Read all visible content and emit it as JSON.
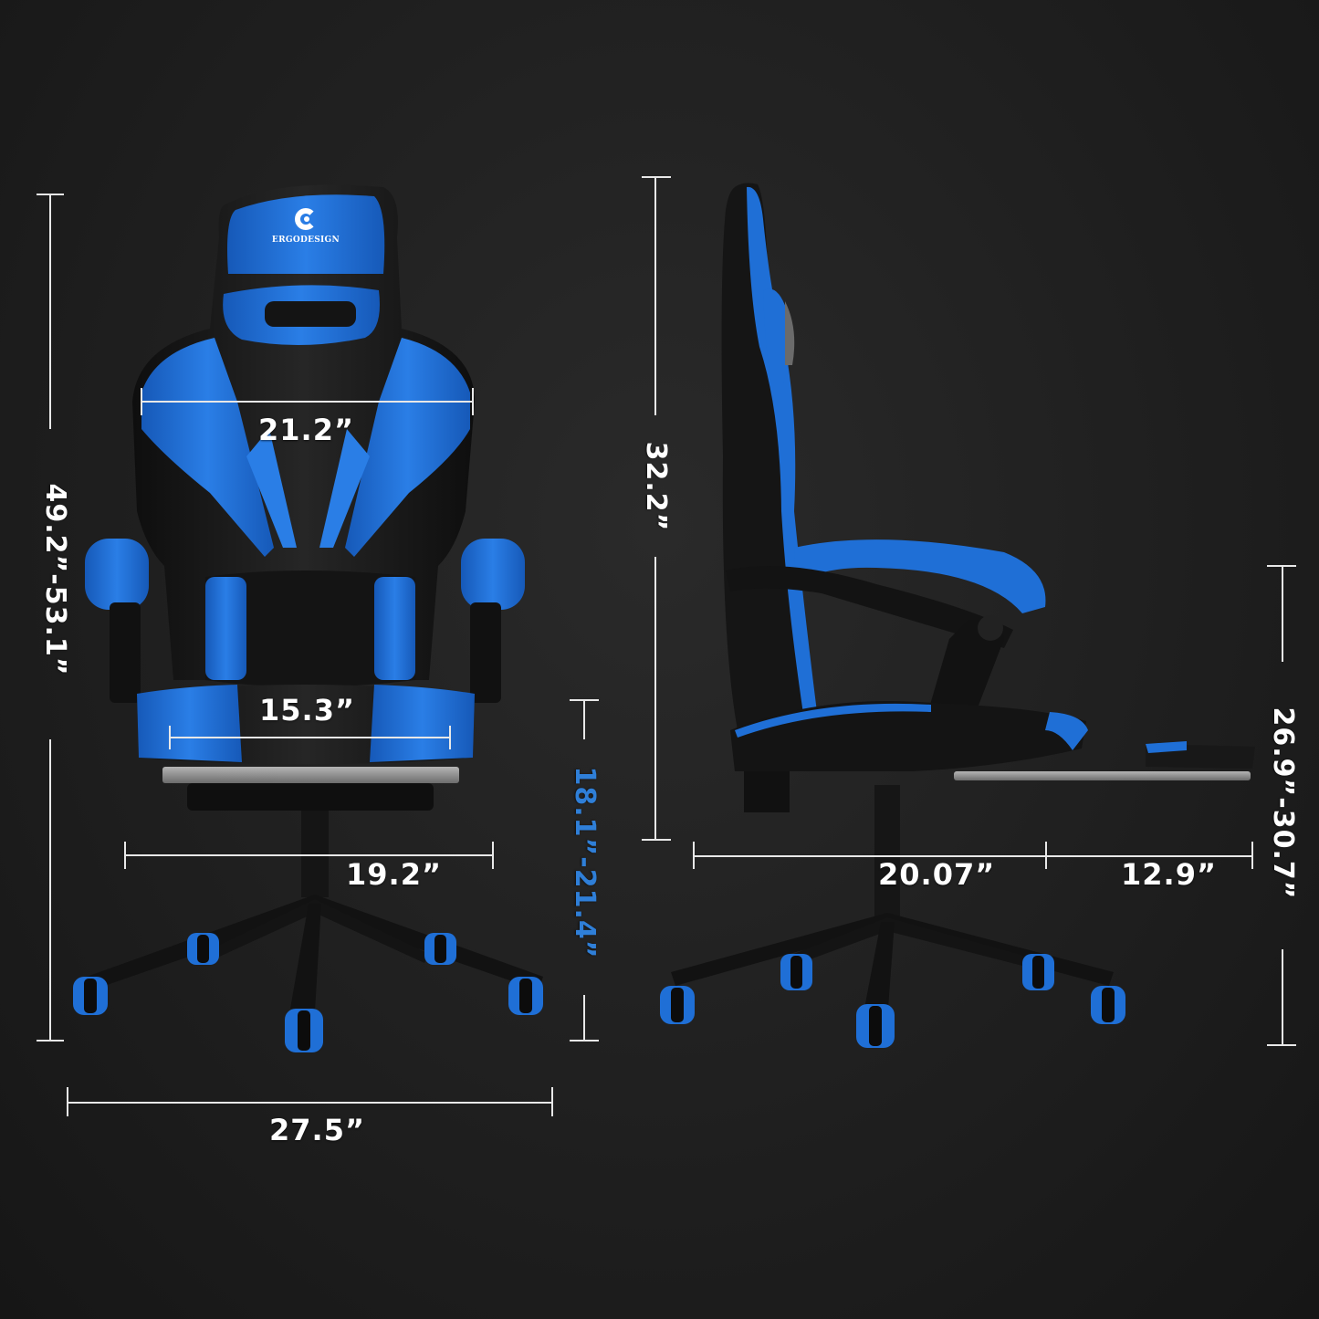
{
  "brand": {
    "logo_text": "ERGODESIGN",
    "logo_icon": "ergodesign-e-logo"
  },
  "colors": {
    "background": "#1f1f1f",
    "chair_blue": "#1f6fd6",
    "chair_black": "#161616",
    "dimension_line": "#e8e8e8",
    "label_white": "#ffffff",
    "label_blue": "#2f7fd8"
  },
  "front_view": {
    "total_height": "49.2”-53.1”",
    "backrest_width": "21.2”",
    "seat_width": "15.3”",
    "armrest_width": "19.2”",
    "base_width": "27.5”",
    "seat_height": "18.1”-21.4”"
  },
  "side_view": {
    "backrest_height": "32.2”",
    "seat_depth": "20.07”",
    "footrest_extension": "12.9”",
    "armrest_height": "26.9”-30.7”"
  }
}
